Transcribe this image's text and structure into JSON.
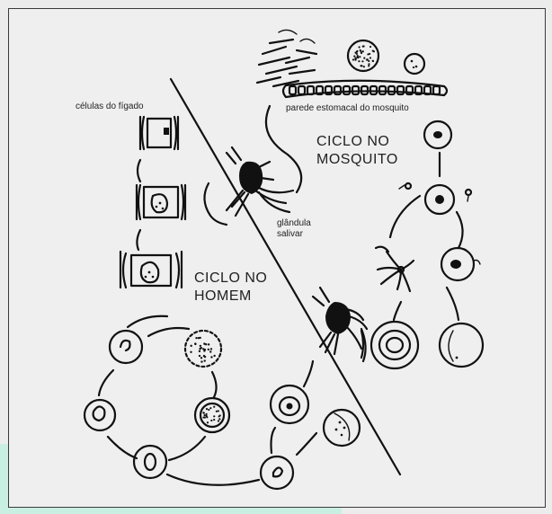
{
  "labels": {
    "liver_cells": "células do fígado",
    "stomach_wall": "parede estomacal do mosquito",
    "cycle_mosquito_line1": "CICLO NO",
    "cycle_mosquito_line2": "MOSQUITO",
    "salivary_gland_line1": "glândula",
    "salivary_gland_line2": "salivar",
    "cycle_human_line1": "CICLO NO",
    "cycle_human_line2": "HOMEM"
  },
  "colors": {
    "background": "#efefef",
    "ink": "#111111",
    "overlay_band": "#c6efe1"
  }
}
